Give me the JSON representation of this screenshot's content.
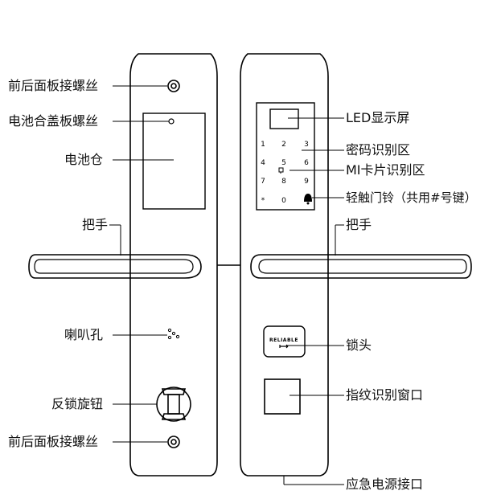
{
  "back_panel_labels": {
    "top_screw": "前后面板接螺丝",
    "battery_cover_screw": "电池合盖板螺丝",
    "battery_compartment": "电池仓",
    "handle": "把手",
    "speaker_hole": "喇叭孔",
    "anti_lock_knob": "反锁旋钮",
    "bottom_screw": "前后面板接螺丝"
  },
  "front_panel_labels": {
    "led_screen": "LED显示屏",
    "password_area": "密码识别区",
    "mi_card_area": "MI卡片识别区",
    "doorbell_key": "轻触门铃（共用#号键）",
    "handle": "把手",
    "lock_cylinder": "锁头",
    "fingerprint_window": "指纹识别窗口",
    "emergency_power": "应急电源接口"
  },
  "keypad_keys": [
    "1",
    "2",
    "3",
    "4",
    "5",
    "6",
    "7",
    "8",
    "9",
    "*",
    "0",
    "#"
  ],
  "lock_cylinder_brand": "RELIABLE",
  "colors": {
    "line": "#000000",
    "background": "#ffffff"
  }
}
